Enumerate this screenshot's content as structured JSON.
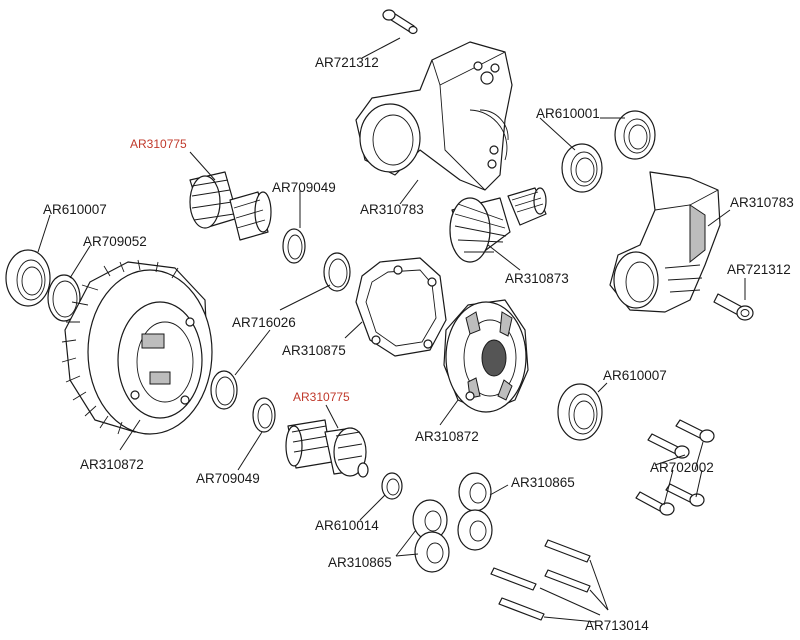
{
  "labels": {
    "ar721312_top": "AR721312",
    "ar310775_top": "AR310775",
    "ar610001": "AR610001",
    "ar709049_top": "AR709049",
    "ar310783_mid": "AR310783",
    "ar610007_left": "AR610007",
    "ar709052": "AR709052",
    "ar310783_right": "AR310783",
    "ar310873": "AR310873",
    "ar721312_right": "AR721312",
    "ar716026": "AR716026",
    "ar310875": "AR310875",
    "ar610007_right": "AR610007",
    "ar310775_bottom": "AR310775",
    "ar310872_left": "AR310872",
    "ar310872_mid": "AR310872",
    "ar702002": "AR702002",
    "ar709049_bottom": "AR709049",
    "ar310865_top": "AR310865",
    "ar610014": "AR610014",
    "ar310865_bottom": "AR310865",
    "ar713014": "AR713014"
  },
  "colors": {
    "line": "#1a1a1a",
    "highlight_label": "#c0392b",
    "background": "#ffffff"
  }
}
